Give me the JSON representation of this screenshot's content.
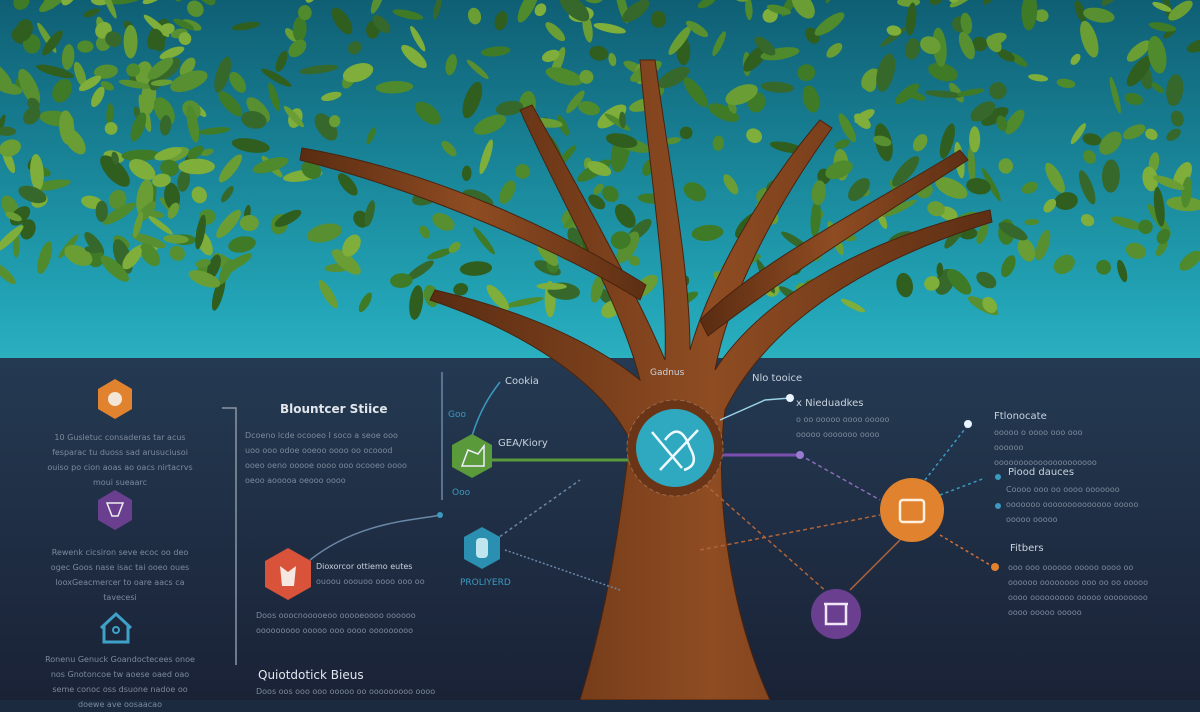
{
  "colors": {
    "sky": "#1fa0b2",
    "ground": "#1b2a3e",
    "trunk": "#7a3f1c",
    "leaf": "#4f8a2c",
    "orange": "#e0822e",
    "purple": "#6b3f8f",
    "green": "#5a9a3a",
    "red": "#d9523a",
    "blue": "#2a8fb0",
    "cyan": "#2fa9c0"
  },
  "left_column": [
    {
      "icon": "hexagon-orange-icon",
      "text": "10  Gusletuc consaderas tar acus fesparac tu duoss sad arusuciusoi ouiso po cion aoas ao oacs nirtacrvs moui sueaarc"
    },
    {
      "icon": "hexagon-purple-icon",
      "text": "Rewenk cicsiron seve ecoc oo deo ogec Goos nase isac tai ooeo oues looxGeacmercer to oare aacs ca tavecesi"
    },
    {
      "icon": "house-icon",
      "text": "Ronenu Genuck Goandoctecees onoe nos Gnotoncoe tw aoese oaed oao seme conoc oss dsuone nadoe oo doewe ave oosaacao"
    }
  ],
  "middle": {
    "title": "Blountcer Stiice",
    "body": "Dcoeno lcde ocooeo I soco a seoe ooo uoo ooo odoe ooeoo oooo oo ocoood ooeo oeno ooooe oooo ooo ocooeo oooo oeoo aooooa oeooo oooo",
    "red_label": "Dioxorcor ottiemo eutes",
    "red_sub": "ouoou ooouoo oooo ooo oo",
    "red_body": "Doos ooocnooooeoo ooooeoooo oooooo ooooooooo ooooo ooo oooo ooooooooo",
    "bottom_title": "Quiotdotick Bieus",
    "bottom_body": "Doos oos ooo ooo ooooo oo ooooooooo oooo"
  },
  "nodes": {
    "cookia": "Cookia",
    "gea": "GEA/Kiory",
    "a_label": "Goo",
    "o_label": "Ooo",
    "proliyerd": "PROLIYERD",
    "gadnus": "Gadnus"
  },
  "right": {
    "nlo": "Nlo tooice",
    "nied": "x Nieduadkes",
    "nied_body": "o oo ooooo oooo ooooo ooooo ooooooo oooo",
    "ftlon": "Ftlonocate",
    "ftlon_body": "ooooo o oooo ooo ooo oooooo ooooooooooooooooooooo",
    "piood": "Piood dauces",
    "piood_body": "Coooo ooo oo oooo ooooooo ooooooo oooooooooooooo ooooo ooooo ooooo",
    "fitbers": "Fitbers",
    "fitbers_body": "ooo ooo oooooo ooooo oooo oo oooooo oooooooo ooo oo oo ooooo oooo ooooooooo ooooo ooooooooo oooo ooooo ooooo"
  }
}
